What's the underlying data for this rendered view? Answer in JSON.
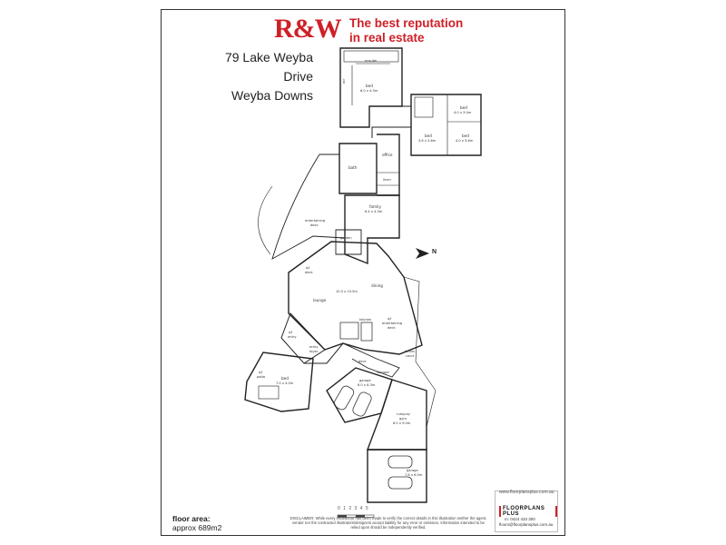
{
  "brand": {
    "logo_text": "R&W",
    "tagline_line1": "The best reputation",
    "tagline_line2": "in real estate",
    "brand_color": "#cf2027"
  },
  "address": {
    "line1": "79 Lake Weyba Drive",
    "line2": "Weyba Downs"
  },
  "rooms": {
    "ensuite": "ensuite",
    "wir": "wir",
    "bed1": "bed",
    "bed1_size": "6.0 x 4.3m",
    "bed2": "bed",
    "bed2_size": "4.0 x 3.4m",
    "bed3": "bed",
    "bed3_size": "3.6 x 3.6m",
    "bed4": "bed",
    "bed4_size": "4.0 x 3.6m",
    "bath": "bath",
    "office": "office",
    "linen": "linen",
    "family": "family",
    "family_size": "6.4 x 4.3m",
    "entertaining_deck": "entertaining",
    "entertaining_deck2": "deck",
    "garden": "garden",
    "ol_deck": "o/l",
    "ol_deck2": "deck",
    "dining": "dining",
    "living_size": "10.5 x 10.5m",
    "lounge": "lounge",
    "kitchen": "kitchen",
    "ol_entertaining": "o/l",
    "ol_entertaining2": "entertaining",
    "ol_entertaining3": "deck",
    "tennis": "tennis",
    "tennis2": "court",
    "ol_entry": "o/l",
    "ol_entry2": "entry",
    "entry_foyer": "entry",
    "entry_foyer2": "foyer",
    "deck": "deck",
    "storage": "storage",
    "ol_patio": "o/l",
    "ol_patio2": "patio",
    "bed5": "bed",
    "bed5_size": "7.0 x 4.0m",
    "garage1": "garage",
    "garage1_size": "6.0 x 6.3m",
    "rumpus": "rumpus/",
    "rumpus2": "gym",
    "rumpus_size": "6.0 x 9.0m",
    "garage2": "garage",
    "garage2_size": "7.8 x 6.0m"
  },
  "north_label": "N",
  "floor_area": {
    "label": "floor area:",
    "value": "approx 689m2"
  },
  "disclaimer": "DISCLAIMER: While every endeavour has been made to verify the correct details in this illustration neither the agent, vendor nor the contracted illustrators/designers accept liability for any error or omission. Information intended to be relied upon should be independently verified.",
  "scale_text": "0 1 2 3 4 5",
  "floorplans_plus": {
    "website": "www.floorplansplus.com.au",
    "logo": "FLOORPLANS PLUS",
    "phone": "m: 0424 433 300",
    "email": "floors@floorplansplus.com.au"
  }
}
